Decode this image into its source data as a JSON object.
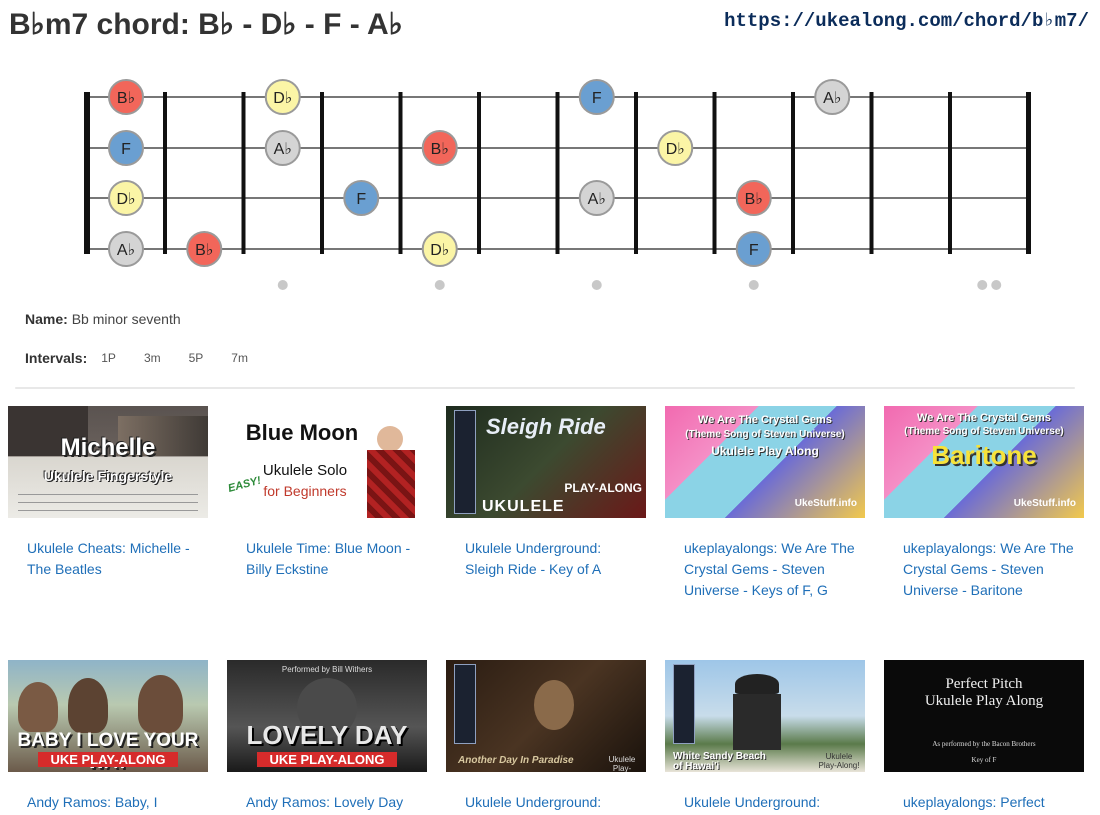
{
  "header": {
    "title": "B♭m7 chord: B♭ - D♭ - F - A♭",
    "url": "https://ukealong.com/chord/b♭m7/"
  },
  "colors": {
    "root": "#f2665a",
    "third": "#fbf5a6",
    "fifth": "#6a9fd1",
    "seventh": "#d4d4d4",
    "link": "#1f6fb8"
  },
  "fretboard": {
    "strings": 4,
    "frets": 12,
    "marker_frets": [
      3,
      5,
      7,
      9,
      12
    ],
    "notes": [
      {
        "string": 1,
        "fret": 0,
        "label": "B♭",
        "role": "root"
      },
      {
        "string": 1,
        "fret": 3,
        "label": "D♭",
        "role": "third"
      },
      {
        "string": 1,
        "fret": 7,
        "label": "F",
        "role": "fifth"
      },
      {
        "string": 1,
        "fret": 10,
        "label": "A♭",
        "role": "seventh"
      },
      {
        "string": 2,
        "fret": 0,
        "label": "F",
        "role": "fifth"
      },
      {
        "string": 2,
        "fret": 3,
        "label": "A♭",
        "role": "seventh"
      },
      {
        "string": 2,
        "fret": 5,
        "label": "B♭",
        "role": "root"
      },
      {
        "string": 2,
        "fret": 8,
        "label": "D♭",
        "role": "third"
      },
      {
        "string": 3,
        "fret": 0,
        "label": "D♭",
        "role": "third"
      },
      {
        "string": 3,
        "fret": 4,
        "label": "F",
        "role": "fifth"
      },
      {
        "string": 3,
        "fret": 7,
        "label": "A♭",
        "role": "seventh"
      },
      {
        "string": 3,
        "fret": 9,
        "label": "B♭",
        "role": "root"
      },
      {
        "string": 4,
        "fret": 0,
        "label": "A♭",
        "role": "seventh"
      },
      {
        "string": 4,
        "fret": 2,
        "label": "B♭",
        "role": "root"
      },
      {
        "string": 4,
        "fret": 5,
        "label": "D♭",
        "role": "third"
      },
      {
        "string": 4,
        "fret": 9,
        "label": "F",
        "role": "fifth"
      }
    ]
  },
  "info": {
    "name_label": "Name:",
    "name_value": "Bb minor seventh",
    "intervals_label": "Intervals:",
    "intervals": [
      "1P",
      "3m",
      "5P",
      "7m"
    ]
  },
  "videos": [
    {
      "caption": "Ukulele Cheats: Michelle - The Beatles",
      "thumb_title": "Michelle",
      "thumb_sub": "Ukulele Fingerstyle"
    },
    {
      "caption": "Ukulele Time: Blue Moon - Billy Eckstine",
      "thumb_title": "Blue Moon",
      "thumb_sub": "Ukulele Solo",
      "thumb_sub2": "for Beginners",
      "thumb_tag": "EASY!"
    },
    {
      "caption": "Ukulele Underground: Sleigh Ride - Key of A",
      "thumb_title": "Sleigh Ride",
      "thumb_sub": "PLAY-ALONG",
      "thumb_sub2": "UKULELE"
    },
    {
      "caption": "ukeplayalongs: We Are The Crystal Gems - Steven Universe - Keys of F, G",
      "thumb_title": "We Are The Crystal Gems",
      "thumb_sub": "(Theme Song of Steven Universe)",
      "thumb_sub2": "Ukulele Play Along",
      "thumb_tag": "UkeStuff.info"
    },
    {
      "caption": "ukeplayalongs: We Are The Crystal Gems - Steven Universe - Baritone",
      "thumb_title": "We Are The Crystal Gems",
      "thumb_sub": "(Theme Song of Steven Universe)",
      "thumb_sub2": "Baritone",
      "thumb_tag": "UkeStuff.info"
    },
    {
      "caption": "Andy Ramos: Baby, I",
      "thumb_title": "BABY I LOVE YOUR WAY",
      "thumb_sub": "UKE PLAY-ALONG"
    },
    {
      "caption": "Andy Ramos: Lovely Day",
      "thumb_title": "LOVELY DAY",
      "thumb_sub": "UKE PLAY-ALONG",
      "thumb_tag": "Performed by Bill Withers"
    },
    {
      "caption": "Ukulele Underground:",
      "thumb_title": "Another Day In Paradise",
      "thumb_sub": "Ukulele Play-Along!"
    },
    {
      "caption": "Ukulele Underground:",
      "thumb_title": "White Sandy Beach of Hawai'i",
      "thumb_sub": "Ukulele Play-Along!"
    },
    {
      "caption": "ukeplayalongs: Perfect",
      "thumb_title": "Perfect Pitch",
      "thumb_sub": "Ukulele Play Along",
      "thumb_sub2": "As performed by the Bacon Brothers",
      "thumb_tag": "Key of F"
    }
  ]
}
